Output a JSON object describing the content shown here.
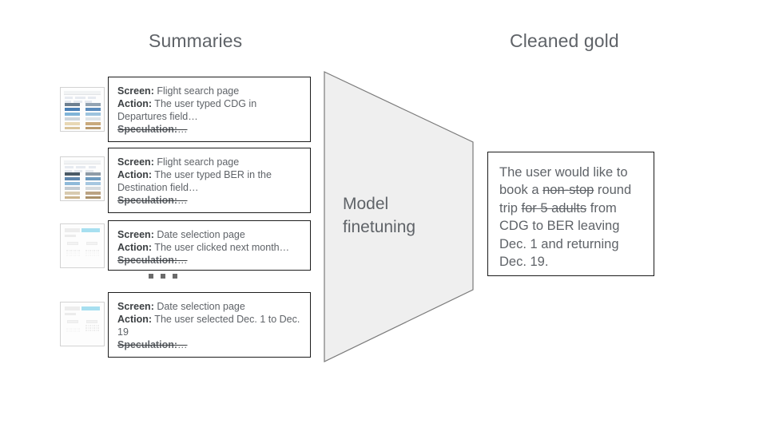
{
  "headings": {
    "left": "Summaries",
    "right": "Cleaned gold"
  },
  "funnel": {
    "label": "Model\nfinetuning",
    "fill_color": "#efefef",
    "stroke_color": "#7a7a7a"
  },
  "summaries": {
    "ellipsis_label": "…",
    "screen_label": "Screen:",
    "action_label": "Action:",
    "speculation_label": "Speculation:",
    "speculation_value": "…",
    "items": [
      {
        "thumbnail_name": "flight-search-page-thumbnail",
        "screen": " Flight search page",
        "action": " The user typed CDG in Departures field…"
      },
      {
        "thumbnail_name": "flight-search-page-thumbnail",
        "screen": " Flight search page",
        "action": " The user typed BER in the Destination field…"
      },
      {
        "thumbnail_name": "date-selection-page-thumbnail",
        "screen": " Date selection page",
        "action": " The user clicked next month…"
      },
      {
        "thumbnail_name": "date-selection-page-thumbnail",
        "screen": " Date selection page",
        "action": " The user selected Dec. 1 to Dec. 19"
      }
    ]
  },
  "cleaned_gold": {
    "segments": [
      {
        "text": "The user would like to book a ",
        "struck": false
      },
      {
        "text": "non-stop",
        "struck": true
      },
      {
        "text": " round trip ",
        "struck": false
      },
      {
        "text": "for 5 adults",
        "struck": true
      },
      {
        "text": " from CDG to BER leaving Dec. 1 and returning Dec. 19.",
        "struck": false
      }
    ],
    "plain_text": "The user would like to book a non-stop round trip for 5 adults from CDG to BER leaving Dec. 1 and returning Dec. 19."
  },
  "colors": {
    "background": "#ffffff",
    "text_muted": "#5f6368",
    "text_strong": "#3c4043",
    "border": "#1c1c1c",
    "thumb_blue": "#a7dff0"
  }
}
